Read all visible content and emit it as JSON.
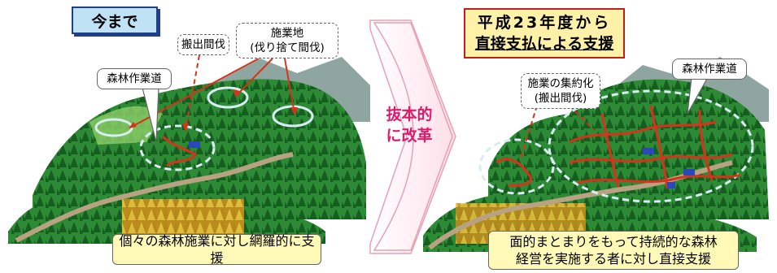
{
  "before": {
    "title": "今まで",
    "callout_harvest": "搬出間伐",
    "callout_site_line1": "施業地",
    "callout_site_line2": "(伐り捨て間伐)",
    "callout_road": "森林作業道",
    "summary": "個々の森林施業に対し網羅的に支援"
  },
  "arrow": {
    "label_line1": "抜本的",
    "label_line2": "に改革"
  },
  "after": {
    "title_line1": "平成23年度から",
    "title_line2": "直接支払による支援",
    "callout_consolidation_line1": "施業の集約化",
    "callout_consolidation_line2": "(搬出間伐)",
    "callout_road": "森林作業道",
    "summary_line1": "面的まとまりをもって持続的な森林",
    "summary_line2": "経営を実施する者に対し直接支援"
  },
  "colors": {
    "forest_dark": "#1f7a2a",
    "forest_light": "#6cc24a",
    "mountain": "#8fa6a0",
    "road": "#d8321c",
    "site_circle": "#d9ecf3",
    "arrow_fill": "#ffeef2",
    "arrow_stroke": "#e8a0b4",
    "autumn": "#e8b230"
  }
}
